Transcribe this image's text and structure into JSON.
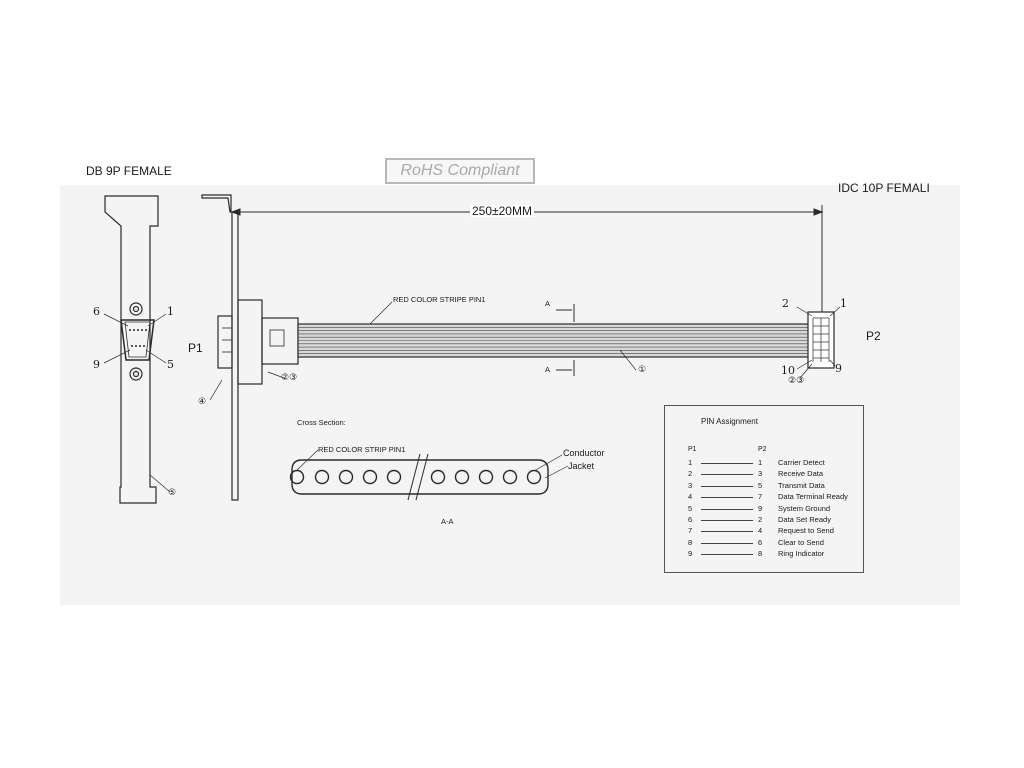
{
  "labels": {
    "db9_title": "DB 9P FEMALE",
    "rohs": "RoHS Compliant",
    "idc_title": "IDC 10P FEMALI",
    "length": "250±20MM",
    "red_stripe": "RED COLOR STRIPE PIN1",
    "section_a_top": "A",
    "section_a_bottom": "A",
    "p1": "P1",
    "p2": "P2",
    "cross_section": "Cross Section:",
    "red_strip": "RED COLOR STRIP PIN1",
    "conductor": "Conductor",
    "jacket": "Jacket",
    "section_aa": "A-A",
    "pin6": "6",
    "pin1": "1",
    "pin9": "9",
    "pin5": "5",
    "idc_pin2": "2",
    "idc_pin1": "1",
    "idc_pin10": "10",
    "idc_pin9": "9",
    "callout_1": "①",
    "callout_23_left": "②③",
    "callout_4": "④",
    "callout_5": "⑤",
    "callout_23_right": "②③"
  },
  "pin_assignment": {
    "title": "PIN Assignment",
    "col_p1": "P1",
    "col_p2": "P2",
    "rows": [
      {
        "p1": "1",
        "p2": "1",
        "signal": "Carrier Detect"
      },
      {
        "p1": "2",
        "p2": "3",
        "signal": "Receive Data"
      },
      {
        "p1": "3",
        "p2": "5",
        "signal": "Transmit Data"
      },
      {
        "p1": "4",
        "p2": "7",
        "signal": "Data Terminal Ready"
      },
      {
        "p1": "5",
        "p2": "9",
        "signal": "System Ground"
      },
      {
        "p1": "6",
        "p2": "2",
        "signal": "Data Set Ready"
      },
      {
        "p1": "7",
        "p2": "4",
        "signal": "Request to Send"
      },
      {
        "p1": "8",
        "p2": "6",
        "signal": "Clear to Send"
      },
      {
        "p1": "9",
        "p2": "8",
        "signal": "Ring Indicator"
      }
    ]
  },
  "colors": {
    "line": "#2a2a2a",
    "cable_fill": "#cfcfcf",
    "watermark": "#a9a9a9"
  }
}
